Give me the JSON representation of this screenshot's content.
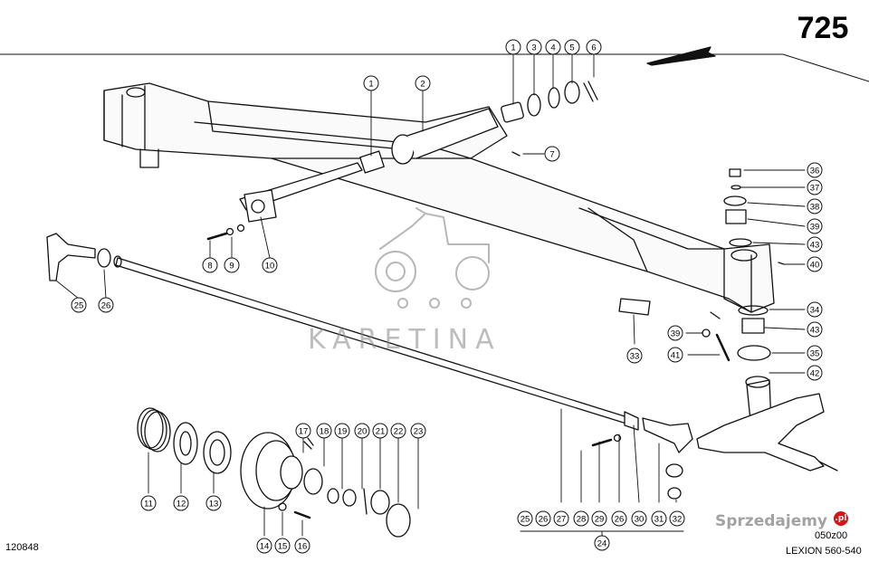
{
  "page_number": "725",
  "drawing_ref": "120848",
  "drawing_code": "050z00",
  "model": "LEXION 560-540",
  "watermark": "KARETINA",
  "brand_logo": {
    "text": "Sprzedajemy",
    "suffix": ".pl"
  },
  "part_callouts": [
    "1",
    "2",
    "1",
    "3",
    "4",
    "5",
    "6",
    "7",
    "36",
    "37",
    "38",
    "39",
    "43",
    "40",
    "8",
    "9",
    "10",
    "25",
    "26",
    "33",
    "34",
    "43",
    "39",
    "35",
    "41",
    "42",
    "17",
    "18",
    "19",
    "20",
    "21",
    "22",
    "23",
    "11",
    "12",
    "13",
    "27",
    "28",
    "29",
    "26",
    "30",
    "31",
    "32",
    "25",
    "26",
    "14",
    "15",
    "16"
  ],
  "group_callout": "24"
}
